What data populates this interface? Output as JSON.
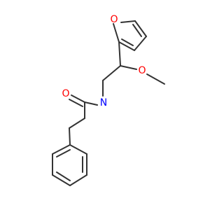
{
  "molecule": {
    "atoms": {
      "furan_oxygen": "O",
      "ether_oxygen": "O",
      "carbonyl_oxygen": "O",
      "amide_nitrogen": "N"
    },
    "colors": {
      "bond": "#333333",
      "oxygen": "#ff0000",
      "nitrogen": "#0000ff",
      "background": "#ffffff"
    }
  }
}
